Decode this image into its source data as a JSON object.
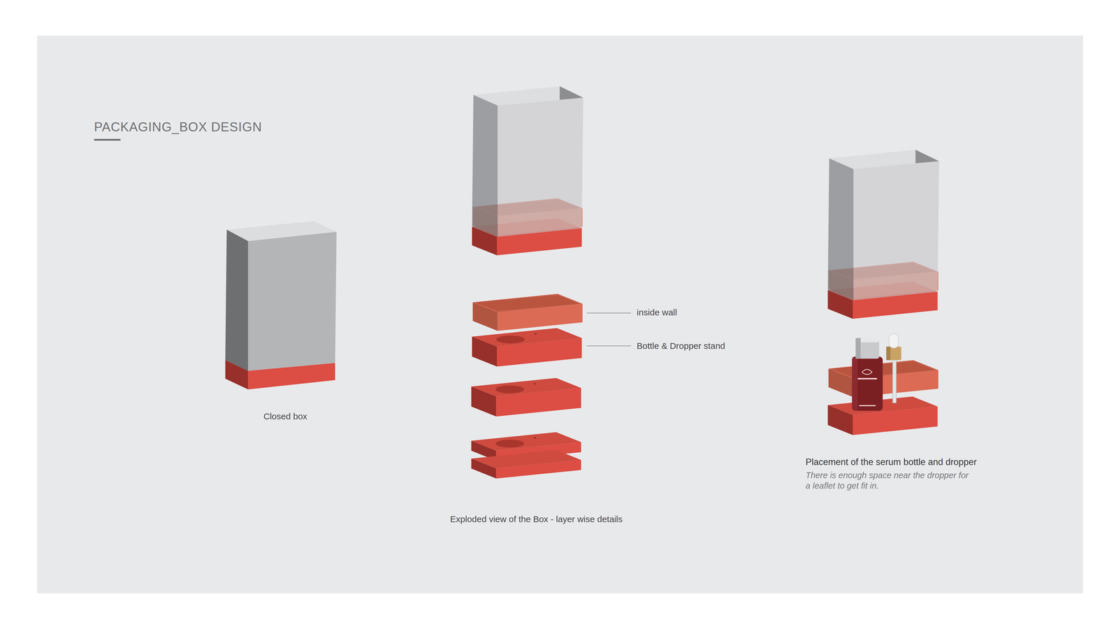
{
  "diagram": {
    "title": "PACKAGING_BOX DESIGN",
    "labels": [
      "Closed box",
      "inside wall",
      "Bottle & Dropper stand",
      "Exploded view of the Box - layer wise details",
      "Placement of the serum bottle and dropper",
      "There is enough space near the dropper for a leaflet to get fit in."
    ]
  }
}
